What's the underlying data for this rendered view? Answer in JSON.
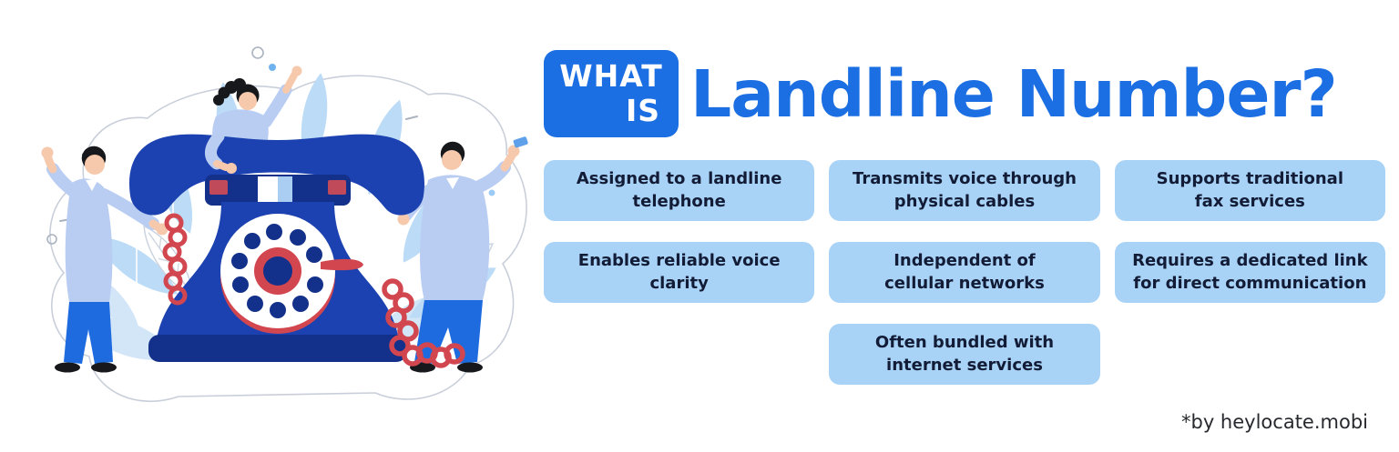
{
  "header": {
    "badge_line1": "WHAT",
    "badge_line2": "IS",
    "title": "Landline Number?"
  },
  "cards": [
    {
      "label": "Assigned to a landline\ntelephone"
    },
    {
      "label": "Transmits voice through\nphysical cables"
    },
    {
      "label": "Supports traditional\nfax services"
    },
    {
      "label": "Enables reliable voice\nclarity"
    },
    {
      "label": "Independent of\ncellular networks"
    },
    {
      "label": "Requires a dedicated link\nfor direct communication"
    },
    {
      "label": "Often bundled with\ninternet services"
    }
  ],
  "attribution": "*by heylocate.mobi",
  "icons": {
    "illustration": "rotary-telephone-with-people-illustration"
  },
  "colors": {
    "accent": "#1b6fe3",
    "card_bg": "#a9d3f6",
    "card_text": "#131c36",
    "badge_text": "#ffffff",
    "attribution_text": "#27292e",
    "phone_blue": "#1c41b0",
    "phone_dark": "#13308a",
    "cord_red": "#d2474f",
    "leaf_blue": "#bcdbf7",
    "leaf_light": "#d3e6f8",
    "jeans_blue": "#1e6be0",
    "shirt_blue": "#b9cdf3",
    "skin": "#f7c9ac",
    "hair": "#17181c"
  }
}
